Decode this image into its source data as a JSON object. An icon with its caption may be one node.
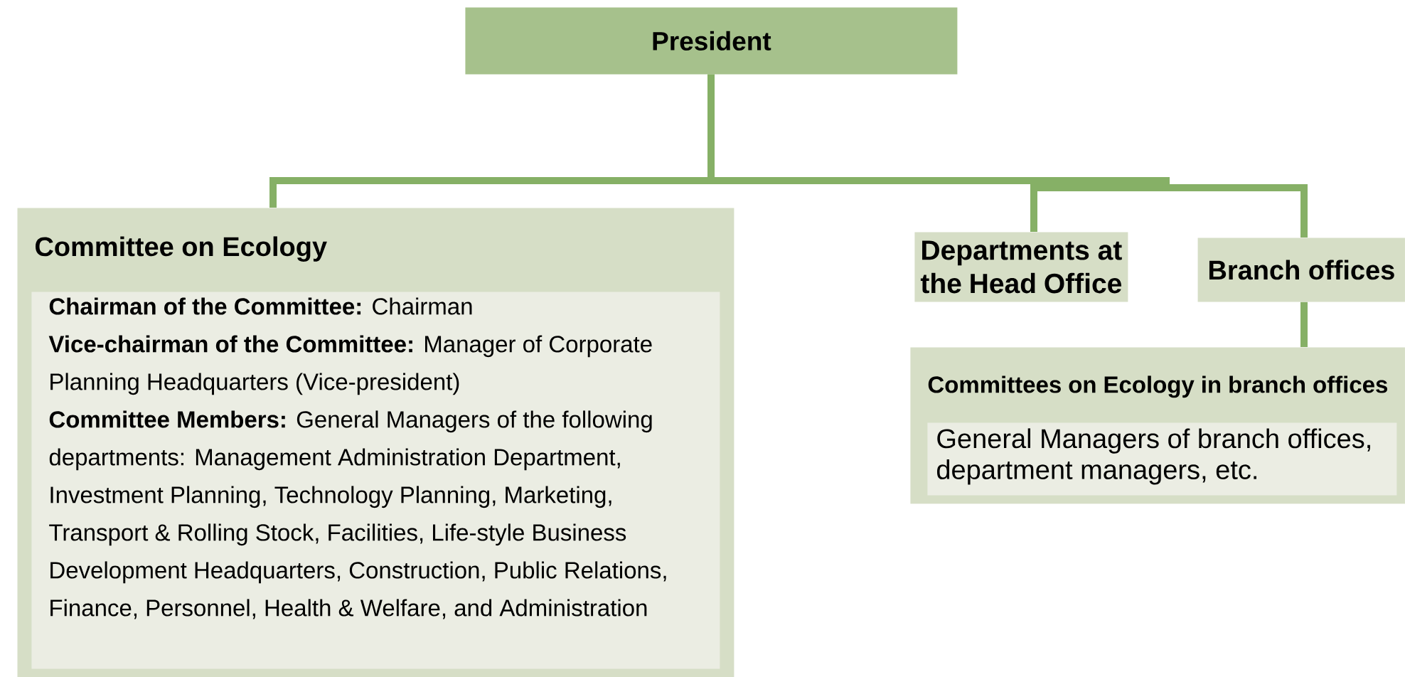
{
  "diagram": {
    "nodes": [
      {
        "text": [
          "President"
        ]
      },
      {
        "text": [
          "Committee on Ecology"
        ]
      },
      {
        "text": [
          "**Chairman of the Committee:** Chairman",
          "**Vice-chairman of the Committee:** Manager of Corporate Planning Headquarters (Vice-president)",
          "**Committee Members:** General Managers of the following departments: Management Administration Department, Investment Planning, Technology Planning, Marketing, Transport & Rolling Stock, Facilities, Life-style Business Development Headquarters, Construction, Public Relations, Finance, Personnel, Health & Welfare, and Administration"
        ],
        "in": 1
      },
      {
        "text": [
          "Departments at the Head Office"
        ]
      },
      {
        "text": [
          "Branch offices"
        ]
      },
      {
        "text": [
          "Committees on Ecology in branch offices"
        ]
      },
      {
        "text": [
          "General Managers of branch offices, department managers, etc."
        ],
        "in": 5
      }
    ],
    "edges": [
      {
        "from": 0,
        "to": 1,
        "arrow": "none"
      },
      {
        "from": 0,
        "to": 3,
        "arrow": "none"
      },
      {
        "from": 0,
        "to": 4,
        "arrow": "none"
      },
      {
        "from": 4,
        "to": 5,
        "arrow": "none"
      }
    ]
  }
}
